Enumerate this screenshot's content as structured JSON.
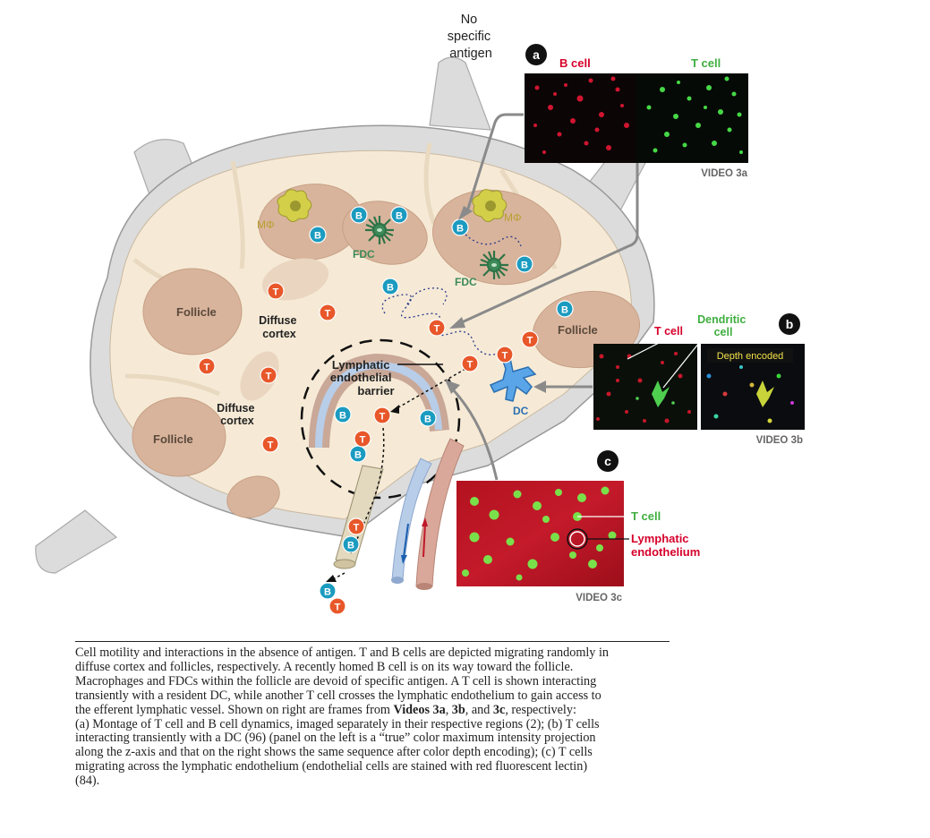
{
  "labels": {
    "no_specific_antigen": [
      "No",
      "specific",
      "antigen"
    ],
    "follicle": "Follicle",
    "diffuse_cortex": [
      "Diffuse",
      "cortex"
    ],
    "macrophage": "MΦ",
    "fdc": "FDC",
    "lymphatic_barrier": [
      "Lymphatic",
      "endothelial",
      "barrier"
    ],
    "dc": "DC",
    "t_letter": "T",
    "b_letter": "B"
  },
  "panels": {
    "a": {
      "letter": "a",
      "b_cell": "B cell",
      "t_cell": "T cell",
      "video": "VIDEO 3a"
    },
    "b": {
      "letter": "b",
      "t_cell": "T cell",
      "dendritic": [
        "Dendritic",
        "cell"
      ],
      "depth": "Depth encoded",
      "video": "VIDEO 3b"
    },
    "c": {
      "letter": "c",
      "t_cell": "T cell",
      "lymphatic": [
        "Lymphatic",
        "endothelium"
      ],
      "video": "VIDEO 3c"
    }
  },
  "colors": {
    "t_cell": "#e8572a",
    "b_cell": "#1b9bc0",
    "follicle": "#d9b49c",
    "cortex": "#f6ead6",
    "capsule": "#dcdcdc",
    "fdc": "#3d8a58",
    "macrophage": "#c7c23a",
    "dc": "#4a8fd4",
    "label_red": "#d6002a",
    "label_green": "#3fae3f"
  },
  "caption": [
    [
      {
        "t": "Cell motility and interactions in the absence of antigen. T and B cells are depicted migrating randomly in"
      }
    ],
    [
      {
        "t": "diffuse cortex and follicles, respectively. A recently homed B cell is on its way toward the follicle."
      }
    ],
    [
      {
        "t": "Macrophages and FDCs within the follicle are devoid of specific antigen. A T cell is shown interacting"
      }
    ],
    [
      {
        "t": "transiently with a resident DC, while another T cell crosses the lymphatic endothelium to gain access to"
      }
    ],
    [
      {
        "t": "the efferent lymphatic vessel. Shown on right are frames from "
      },
      {
        "t": "Videos 3a",
        "b": true
      },
      {
        "t": ", "
      },
      {
        "t": "3b",
        "b": true
      },
      {
        "t": ", and "
      },
      {
        "t": "3c",
        "b": true
      },
      {
        "t": ", respectively:"
      }
    ],
    [
      {
        "t": "(a) Montage of T cell and B cell dynamics, imaged separately in their respective regions (2); (b) T cells"
      }
    ],
    [
      {
        "t": "interacting transiently with a DC (96) (panel on the left is a “true” color maximum intensity projection"
      }
    ],
    [
      {
        "t": "along the z-axis and that on the right shows the same sequence after color depth encoding); (c) T cells"
      }
    ],
    [
      {
        "t": "migrating across the lymphatic endothelium (endothelial cells are stained with red fluorescent lectin)"
      }
    ],
    [
      {
        "t": "(84)."
      }
    ]
  ]
}
